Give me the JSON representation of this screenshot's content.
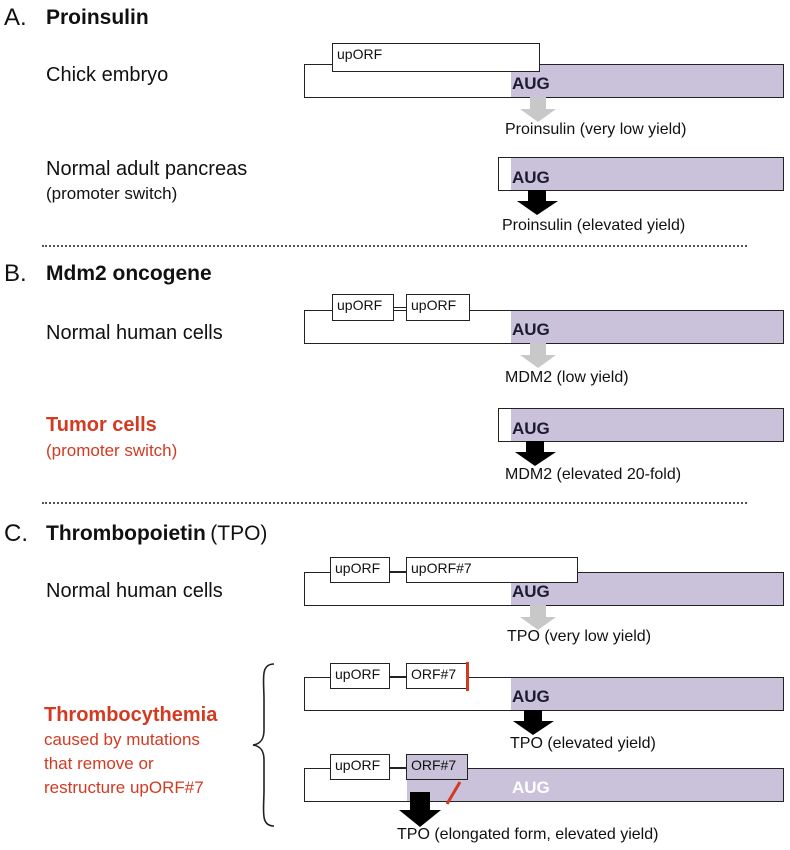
{
  "colors": {
    "orf_fill": "#c9c2da",
    "highlight_red": "#d23a22",
    "arrow_light": "#c8c8c8",
    "arrow_dark": "#000000"
  },
  "sections": {
    "a": {
      "letter": "A.",
      "title": "Proinsulin",
      "row1_label": "Chick embryo",
      "row1_box": "upORF",
      "row1_codon": "AUG",
      "row1_outcome": "Proinsulin (very low yield)",
      "row2_label": "Normal adult pancreas",
      "row2_sub": "(promoter switch)",
      "row2_codon": "AUG",
      "row2_outcome": "Proinsulin (elevated yield)"
    },
    "b": {
      "letter": "B.",
      "title": "Mdm2 oncogene",
      "row1_label": "Normal human cells",
      "row1_box1": "upORF",
      "row1_box2": "upORF",
      "row1_codon": "AUG",
      "row1_outcome": "MDM2 (low yield)",
      "row2_label": "Tumor cells",
      "row2_sub": "(promoter switch)",
      "row2_codon": "AUG",
      "row2_outcome": "MDM2 (elevated 20-fold)"
    },
    "c": {
      "letter": "C.",
      "title": "Thrombopoietin",
      "title_rest": "(TPO)",
      "row1_label": "Normal human cells",
      "row1_box1": "upORF",
      "row1_box2": "upORF#7",
      "row1_codon": "AUG",
      "row1_outcome": "TPO (very low yield)",
      "disease_title": "Thrombocythemia",
      "disease_line1": "caused by mutations",
      "disease_line2": "that remove or",
      "disease_line3": "restructure upORF#7",
      "row2_box1": "upORF",
      "row2_box2": "ORF#7",
      "row2_codon": "AUG",
      "row2_outcome": "TPO (elevated yield)",
      "row3_box1": "upORF",
      "row3_box2": "ORF#7",
      "row3_codon": "AUG",
      "row3_outcome": "TPO (elongated form, elevated yield)"
    }
  }
}
